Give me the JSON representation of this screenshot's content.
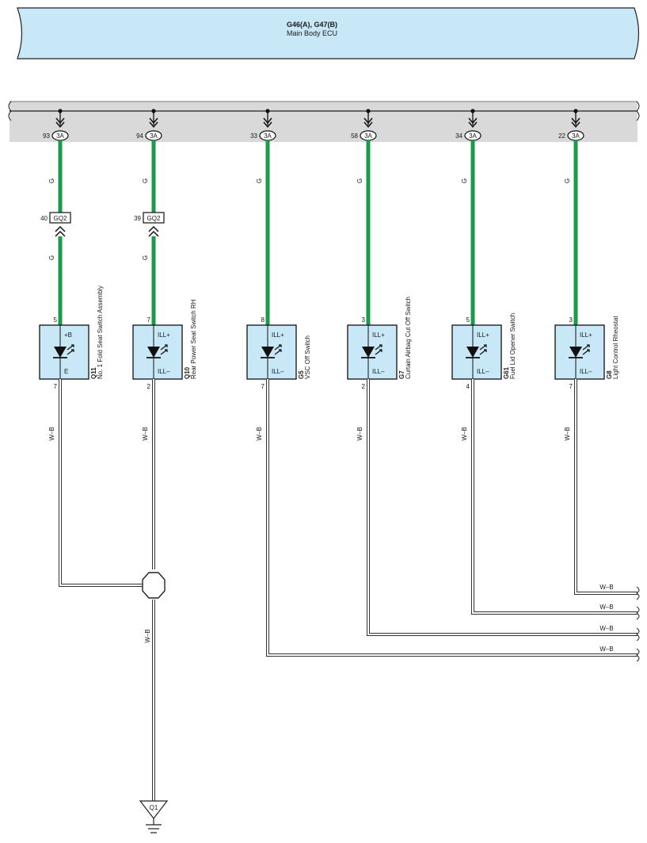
{
  "ecu": {
    "title": "G46(A), G47(B)",
    "subtitle": "Main Body ECU"
  },
  "colors": {
    "ecu_fill": "#c8e8f8",
    "bus_fill": "#d9d9d9",
    "wire_green": "#1a9a4a",
    "component_fill": "#c8e8f8",
    "wb_wire": "#333333"
  },
  "channels": [
    {
      "id": "q11",
      "ecu_pin": "93",
      "ecu_conn": "3A",
      "wire_top": "G",
      "jc": {
        "pin": "40",
        "name": "GQ2"
      },
      "wire_mid": "G",
      "comp_pin_top": "5",
      "term_top": "+B",
      "term_bot": "E",
      "comp_pin_bot": "7",
      "comp_code": "Q11",
      "comp_name": "No. 1 Fold Seat Switch Assembly",
      "wire_bot": "W–B"
    },
    {
      "id": "q10",
      "ecu_pin": "94",
      "ecu_conn": "3A",
      "wire_top": "G",
      "jc": {
        "pin": "39",
        "name": "GQ2"
      },
      "wire_mid": "G",
      "comp_pin_top": "7",
      "term_top": "ILL+",
      "term_bot": "ILL–",
      "comp_pin_bot": "2",
      "comp_code": "Q10",
      "comp_name": "Rear Power Seat Switch RH",
      "wire_bot": "W–B"
    },
    {
      "id": "g5",
      "ecu_pin": "33",
      "ecu_conn": "3A",
      "wire_top": "G",
      "comp_pin_top": "8",
      "term_top": "ILL+",
      "term_bot": "ILL–",
      "comp_pin_bot": "7",
      "comp_code": "G5",
      "comp_name": "VSC Off Switch",
      "wire_bot": "W–B"
    },
    {
      "id": "g7",
      "ecu_pin": "58",
      "ecu_conn": "3A",
      "wire_top": "G",
      "comp_pin_top": "3",
      "term_top": "ILL+",
      "term_bot": "ILL–",
      "comp_pin_bot": "2",
      "comp_code": "G7",
      "comp_name": "Curtain Airbag Cut Off Switch",
      "wire_bot": "W–B"
    },
    {
      "id": "g61",
      "ecu_pin": "34",
      "ecu_conn": "3A",
      "wire_top": "G",
      "comp_pin_top": "5",
      "term_top": "ILL+",
      "term_bot": "ILL–",
      "comp_pin_bot": "4",
      "comp_code": "G61",
      "comp_name": "Fuel Lid Opener Switch",
      "wire_bot": "W–B"
    },
    {
      "id": "g8",
      "ecu_pin": "22",
      "ecu_conn": "3A",
      "wire_top": "G",
      "comp_pin_top": "3",
      "term_top": "ILL+",
      "term_bot": "ILL–",
      "comp_pin_bot": "7",
      "comp_code": "G8",
      "comp_name": "Light Control Rheostat",
      "wire_bot": "W–B"
    }
  ],
  "right_wires": [
    "W–B",
    "W–B",
    "W–B",
    "W–B"
  ],
  "ground": {
    "wire": "W–B",
    "name": "Q1"
  }
}
